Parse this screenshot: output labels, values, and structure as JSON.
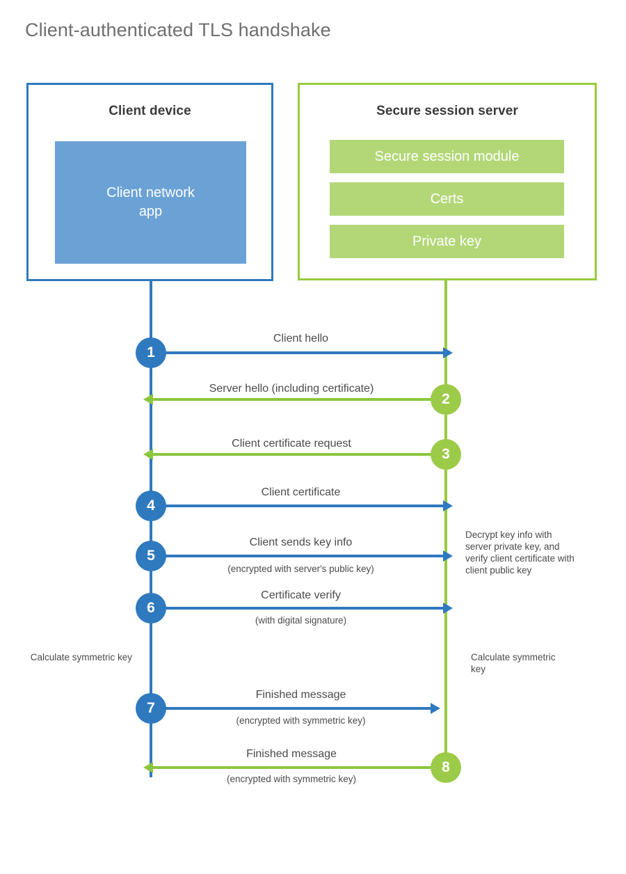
{
  "title": "Client-authenticated TLS handshake",
  "colors": {
    "client_border": "#2f79bf",
    "client_fill": "#6ba2d5",
    "server_border": "#97cc3f",
    "server_fill": "#b3d777",
    "client_line": "#2f79bf",
    "server_line": "#8cc63e",
    "step_blue": "#2f79bf",
    "step_green": "#9ccb4a",
    "text": "#4a4a4a",
    "title_text": "#6f6f6f"
  },
  "client": {
    "title": "Client device",
    "app_label": "Client network\napp"
  },
  "server": {
    "title": "Secure session server",
    "components": [
      {
        "label": "Secure session module"
      },
      {
        "label": "Certs"
      },
      {
        "label": "Private key"
      }
    ]
  },
  "steps": [
    {
      "number": "1",
      "label": "Client hello",
      "sublabel": "",
      "direction": "client-to-server",
      "color": "blue"
    },
    {
      "number": "2",
      "label": "Server hello (including certificate)",
      "sublabel": "",
      "direction": "server-to-client",
      "color": "green"
    },
    {
      "number": "3",
      "label": "Client certificate request",
      "sublabel": "",
      "direction": "server-to-client",
      "color": "green"
    },
    {
      "number": "4",
      "label": "Client certificate",
      "sublabel": "",
      "direction": "client-to-server",
      "color": "blue"
    },
    {
      "number": "5",
      "label": "Client sends key info",
      "sublabel": "(encrypted with server's public key)",
      "direction": "client-to-server",
      "color": "blue"
    },
    {
      "number": "6",
      "label": "Certificate verify",
      "sublabel": "(with digital signature)",
      "direction": "client-to-server",
      "color": "blue"
    },
    {
      "number": "7",
      "label": "Finished message",
      "sublabel": "(encrypted with symmetric key)",
      "direction": "client-to-server",
      "color": "blue"
    },
    {
      "number": "8",
      "label": "Finished message",
      "sublabel": "(encrypted with symmetric key)",
      "direction": "server-to-client",
      "color": "green"
    }
  ],
  "notes": {
    "server_decrypt": "Decrypt key info with server private key, and verify client certificate with client public key",
    "client_calc": "Calculate symmetric key",
    "server_calc": "Calculate symmetric key"
  }
}
